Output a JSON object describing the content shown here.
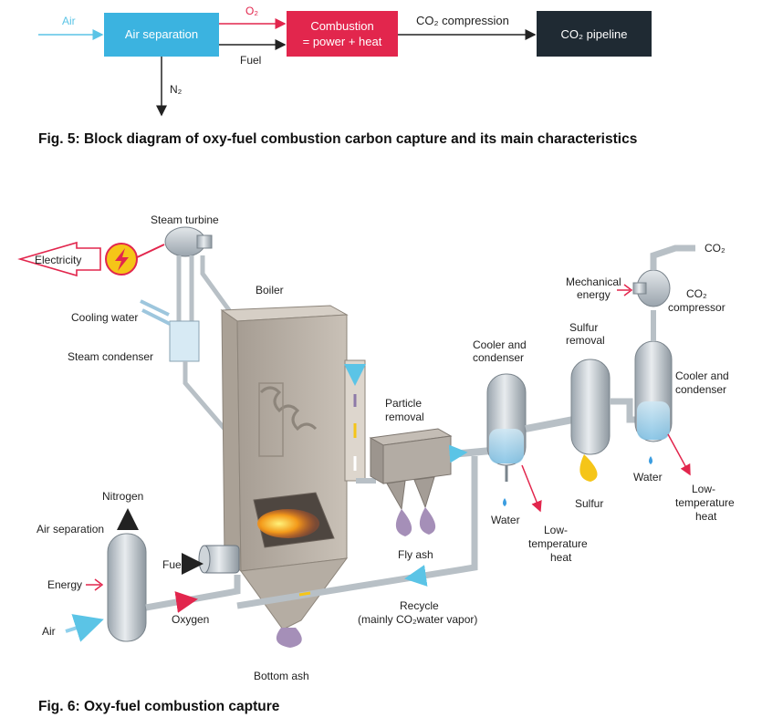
{
  "block_diagram": {
    "input_air": "Air",
    "air_separation": "Air separation",
    "o2": "O₂",
    "fuel": "Fuel",
    "n2": "N₂",
    "combustion_line1": "Combustion",
    "combustion_line2": "= power + heat",
    "co2_compression": "CO₂ compression",
    "co2_pipeline": "CO₂ pipeline",
    "colors": {
      "air": "#5bc4e6",
      "air_sep_box": "#3bb3e0",
      "o2": "#e2264d",
      "combustion_box": "#e2264d",
      "pipeline_box": "#1f2a33"
    }
  },
  "fig5_caption": "Fig. 5: Block diagram of oxy-fuel combustion carbon capture and its main characteristics",
  "process": {
    "steam_turbine": "Steam turbine",
    "electricity": "Electricity",
    "boiler": "Boiler",
    "cooling_water": "Cooling water",
    "steam_condenser": "Steam condenser",
    "particle_removal_1": "Particle",
    "particle_removal_2": "removal",
    "cooler1_1": "Cooler and",
    "cooler1_2": "condenser",
    "sulfur_removal_1": "Sulfur",
    "sulfur_removal_2": "removal",
    "mech_energy_1": "Mechanical",
    "mech_energy_2": "energy",
    "co2_compressor_1": "CO₂",
    "co2_compressor_2": "compressor",
    "co2_out": "CO₂",
    "cooler2_1": "Cooler and",
    "cooler2_2": "condenser",
    "water_1": "Water",
    "water_2": "Water",
    "sulfur": "Sulfur",
    "low_temp_1a": "Low-",
    "low_temp_1b": "temperature",
    "low_temp_1c": "heat",
    "low_temp_2a": "Low-",
    "low_temp_2b": "temperature",
    "low_temp_2c": "heat",
    "nitrogen": "Nitrogen",
    "air_separation": "Air separation",
    "energy": "Energy",
    "air": "Air",
    "fuel": "Fuel",
    "oxygen": "Oxygen",
    "fly_ash": "Fly ash",
    "recycle_1": "Recycle",
    "recycle_2": "(mainly CO₂water vapor)",
    "bottom_ash": "Bottom ash"
  },
  "fig6_caption": "Fig. 6: Oxy-fuel combustion capture"
}
